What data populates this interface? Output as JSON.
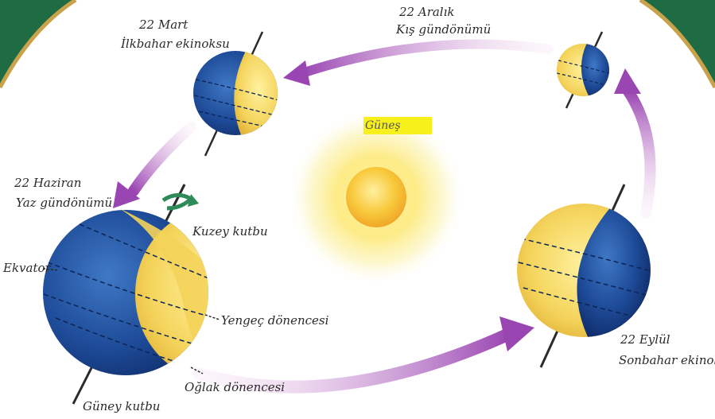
{
  "colors": {
    "frame_green": "#1f6b44",
    "frame_gold": "#c9a24a",
    "earth_night": "#1e4f9a",
    "earth_day": "#f2d45a",
    "sun_core": "#f6c23a",
    "arrow_purple": "#9c4fb0",
    "sun_label_bg": "#f7f01a"
  },
  "sun": {
    "label": "Güneş"
  },
  "positions": {
    "march": {
      "date": "22 Mart",
      "name": "İlkbahar ekinoksu"
    },
    "december": {
      "date": "22 Aralık",
      "name": "Kış gündönümü"
    },
    "june": {
      "date": "22 Haziran",
      "name": "Yaz gündönümü"
    },
    "september": {
      "date": "22 Eylül",
      "name": "Sonbahar ekinoksu"
    }
  },
  "earth_labels": {
    "north_pole": "Kuzey kutbu",
    "equator": "Ekvator",
    "tropic_cancer": "Yengeç dönencesi",
    "tropic_capricorn": "Oğlak dönencesi",
    "south_pole": "Güney kutbu"
  }
}
